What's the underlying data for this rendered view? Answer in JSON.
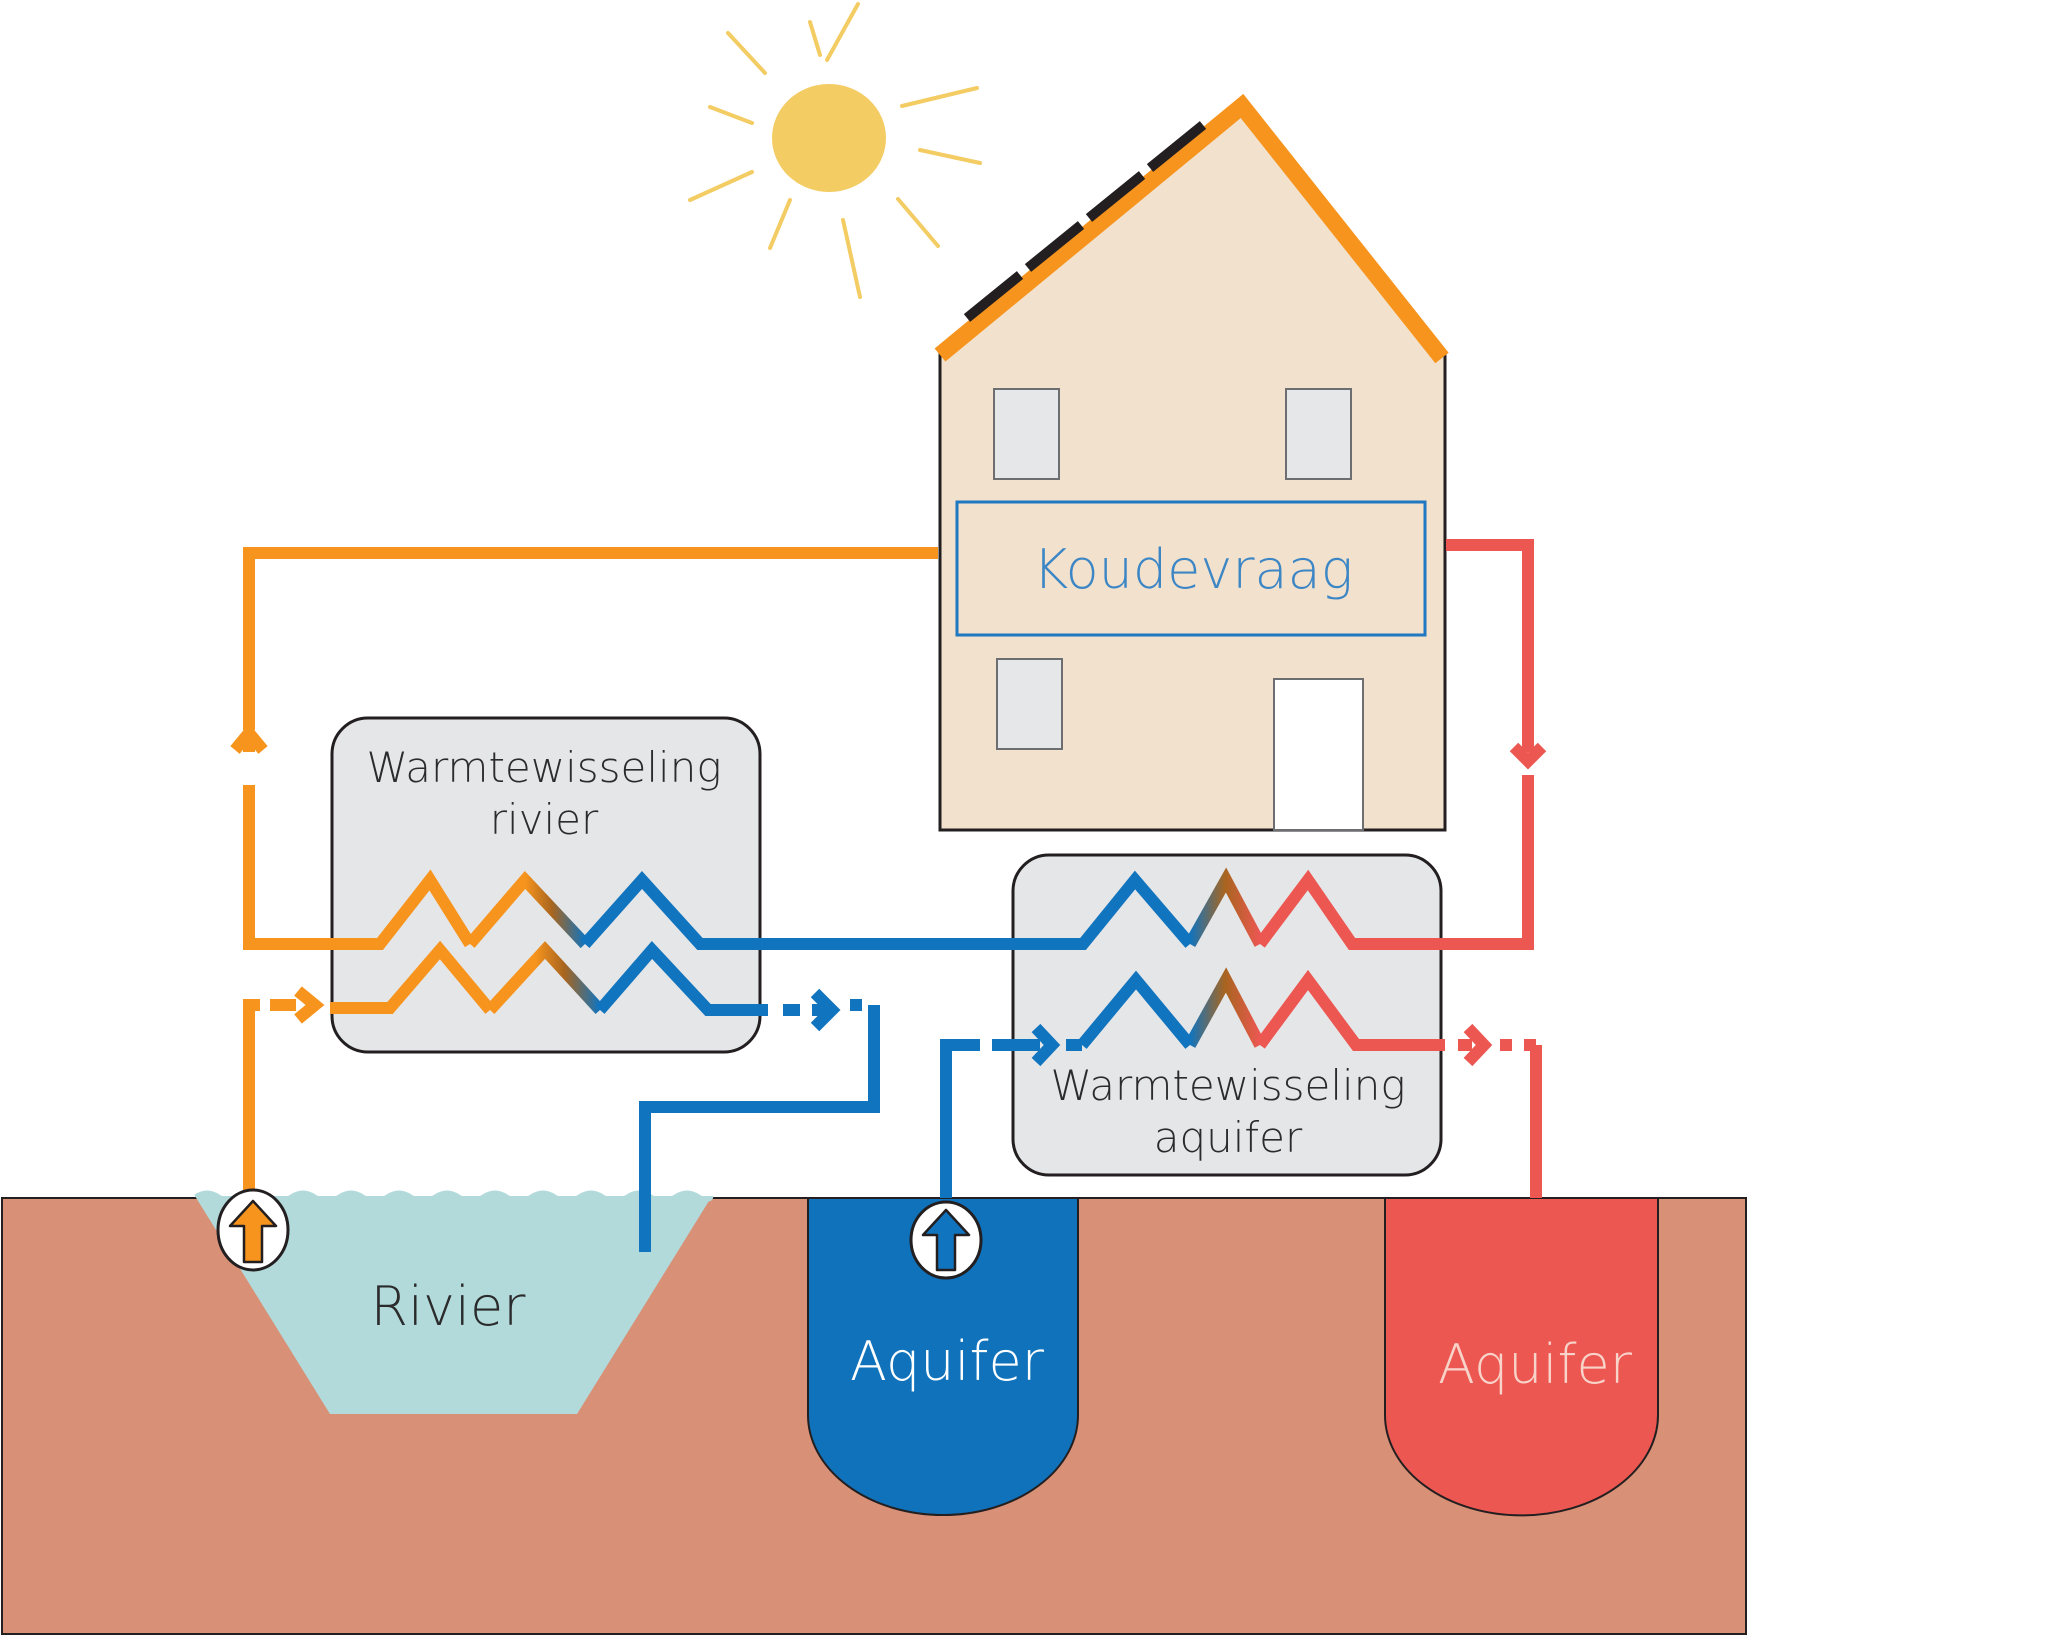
{
  "labels": {
    "cooling_demand": "Koudevraag",
    "hx_river_line1": "Warmtewisseling",
    "hx_river_line2": "rivier",
    "hx_aquifer_line1": "Warmtewisseling",
    "hx_aquifer_line2": "aquifer",
    "river": "Rivier",
    "cold_aquifer": "Aquifer",
    "warm_aquifer": "Aquifer"
  },
  "colors": {
    "orange_pipe": "#F7941D",
    "blue_pipe": "#1174BE",
    "red_pipe": "#EC5752",
    "sun": "#F3CC63",
    "house_wall": "#F2E1CC",
    "roof": "#F7941D",
    "soil": "#D89077",
    "river_water": "#B2DADB",
    "cold_aquifer": "#0F72BB",
    "warm_aquifer": "#EC5752",
    "hx_box": "#E5E6E8",
    "window": "#E6E7E8",
    "koudevraag_text": "#3C86C6"
  },
  "icons": [
    "sun-icon",
    "solar-panel-icon",
    "pump-icon"
  ]
}
